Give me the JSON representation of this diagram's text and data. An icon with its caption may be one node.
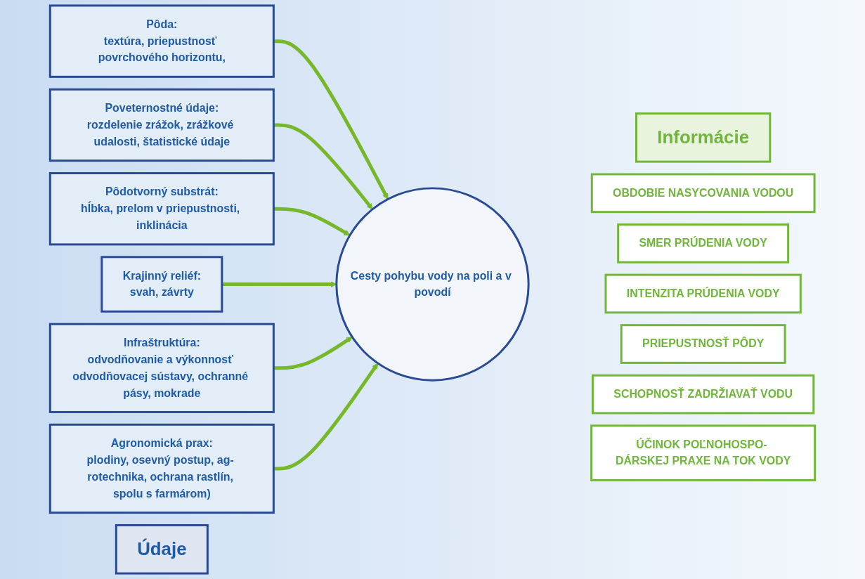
{
  "diagram": {
    "nodes": [
      {
        "text": [
          "Údaje"
        ]
      },
      {
        "text": [
          "Informácie"
        ]
      },
      {
        "text": [
          "Pôda:",
          "textúra, priepustnosť povrchového horizontu,"
        ]
      },
      {
        "text": [
          "Poveternostné údaje:",
          "rozdelenie zrážok, zrážkové udalosti, štatistické údaje"
        ]
      },
      {
        "text": [
          "Pôdotvorný substrát:",
          "hĺbka, prelom v priepustnosti, inklinácia"
        ]
      },
      {
        "text": [
          "Cesty pohybu vody na poli a v povodí"
        ]
      },
      {
        "text": [
          "Krajinný reliéf:",
          "svah, závrty"
        ]
      },
      {
        "text": [
          "Infraštruktúra:",
          "odvodňovanie a výkonnosť odvodňovacej sústavy, ochranné pásy, mokrade"
        ]
      },
      {
        "text": [
          "Agronomická prax:",
          "plodiny, osevný postup, ag- rotechnika, ochrana rastlín, spolu s farmárom)"
        ]
      },
      {
        "text": [
          "OBDOBIE NASYCOVANIA VODOU"
        ]
      },
      {
        "text": [
          "SMER PRÚDENIA VODY"
        ]
      },
      {
        "text": [
          "INTENZITA PRÚDENIA VODY"
        ]
      },
      {
        "text": [
          "PRIEPUSTNOSŤ PÔDY"
        ]
      },
      {
        "text": [
          "SCHOPNOSŤ ZADRŽIAVAŤ VODU"
        ]
      },
      {
        "text": [
          "ÚČINOK POĽNOHOSPO- DÁRSKEJ PRAXE NA TOK VODY"
        ]
      }
    ],
    "edges": [
      {
        "from": 2,
        "to": 5,
        "arrow": "to"
      },
      {
        "from": 3,
        "to": 5,
        "arrow": "to"
      },
      {
        "from": 4,
        "to": 5,
        "arrow": "to"
      },
      {
        "from": 6,
        "to": 5,
        "arrow": "to"
      },
      {
        "from": 7,
        "to": 5,
        "arrow": "to"
      },
      {
        "from": 8,
        "to": 5,
        "arrow": "to"
      }
    ]
  }
}
